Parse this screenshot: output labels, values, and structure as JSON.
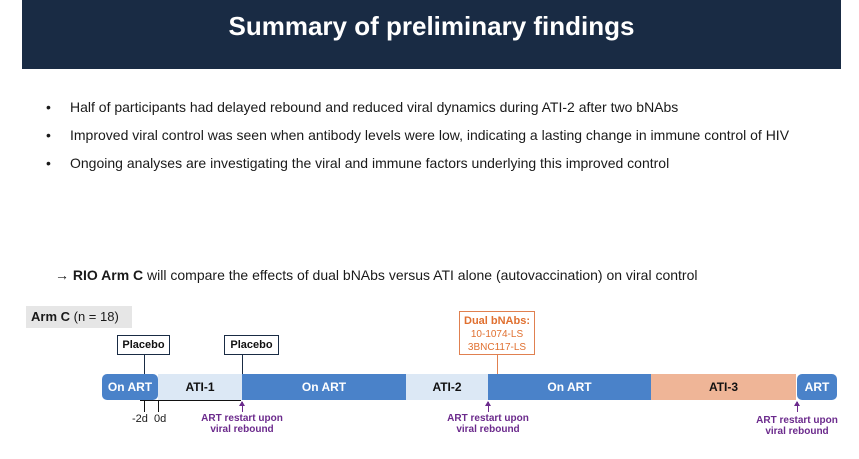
{
  "header": {
    "title": "Summary of preliminary findings"
  },
  "bullets": [
    "Half of participants had delayed rebound and reduced viral dynamics during ATI-2 after two bNAbs",
    "Improved viral control was seen when antibody levels were low, indicating a lasting change in immune control of HIV",
    "Ongoing analyses are investigating the viral and immune factors underlying this improved control"
  ],
  "bullet_symbol": "•",
  "summary": {
    "arrow": "→",
    "bold": "RIO Arm C",
    "rest": " will compare the effects of dual bNAbs versus ATI alone (autovaccination) on viral control"
  },
  "arm": {
    "name": "Arm C",
    "n": " (n = 18)"
  },
  "timeline": {
    "segments": {
      "art1": "On ART",
      "ati1": "ATI-1",
      "art2": "On ART",
      "ati2": "ATI-2",
      "art3": "On ART",
      "ati3": "ATI-3",
      "art4": "ART"
    },
    "placebo1": "Placebo",
    "placebo2": "Placebo",
    "bnabs": {
      "title": "Dual bNAbs:",
      "drug1": "10-1074-LS",
      "drug2": "3BNC117-LS"
    },
    "ticks": [
      "-2d",
      "0d"
    ],
    "restart_line1": "ART restart upon",
    "restart_line2": "viral rebound"
  },
  "colors": {
    "header": "#192b44",
    "on_art": "#4a82c9",
    "ati": "#dce8f5",
    "ati3": "#efb597",
    "bnab": "#e07030",
    "restart": "#6b2a8c"
  }
}
